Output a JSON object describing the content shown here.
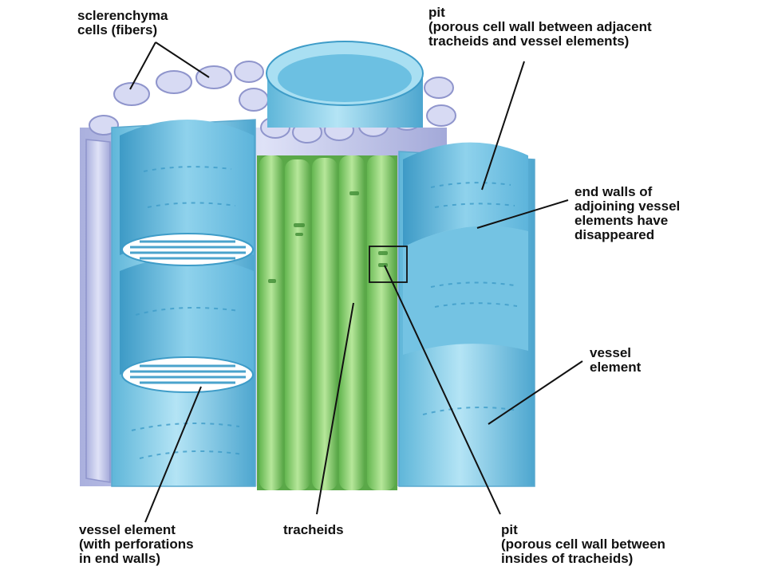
{
  "colors": {
    "vessel": "#8fd4ec",
    "vessel_dark": "#4fa9cf",
    "tracheid": "#9bd77c",
    "tracheid_dark": "#5aa848",
    "fiber": "#c9cdee",
    "fiber_dark": "#9ea4d6",
    "leader": "#111111",
    "text": "#111111"
  },
  "labels": {
    "sclerenchyma": {
      "lines": [
        "sclerenchyma",
        "cells (fibers)"
      ]
    },
    "pit_top": {
      "lines": [
        "pit",
        "(porous cell wall between adjacent",
        "tracheids and vessel elements)"
      ]
    },
    "end_walls": {
      "lines": [
        "end walls of",
        "adjoining vessel",
        "elements have",
        "disappeared"
      ]
    },
    "vessel_element_right": {
      "lines": [
        "vessel",
        "element"
      ]
    },
    "vessel_element_left": {
      "lines": [
        "vessel element",
        "(with perforations",
        "in end walls)"
      ]
    },
    "tracheids": {
      "lines": [
        "tracheids"
      ]
    },
    "pit_bottom": {
      "lines": [
        "pit",
        "(porous cell wall between",
        "insides of tracheids)"
      ]
    }
  }
}
